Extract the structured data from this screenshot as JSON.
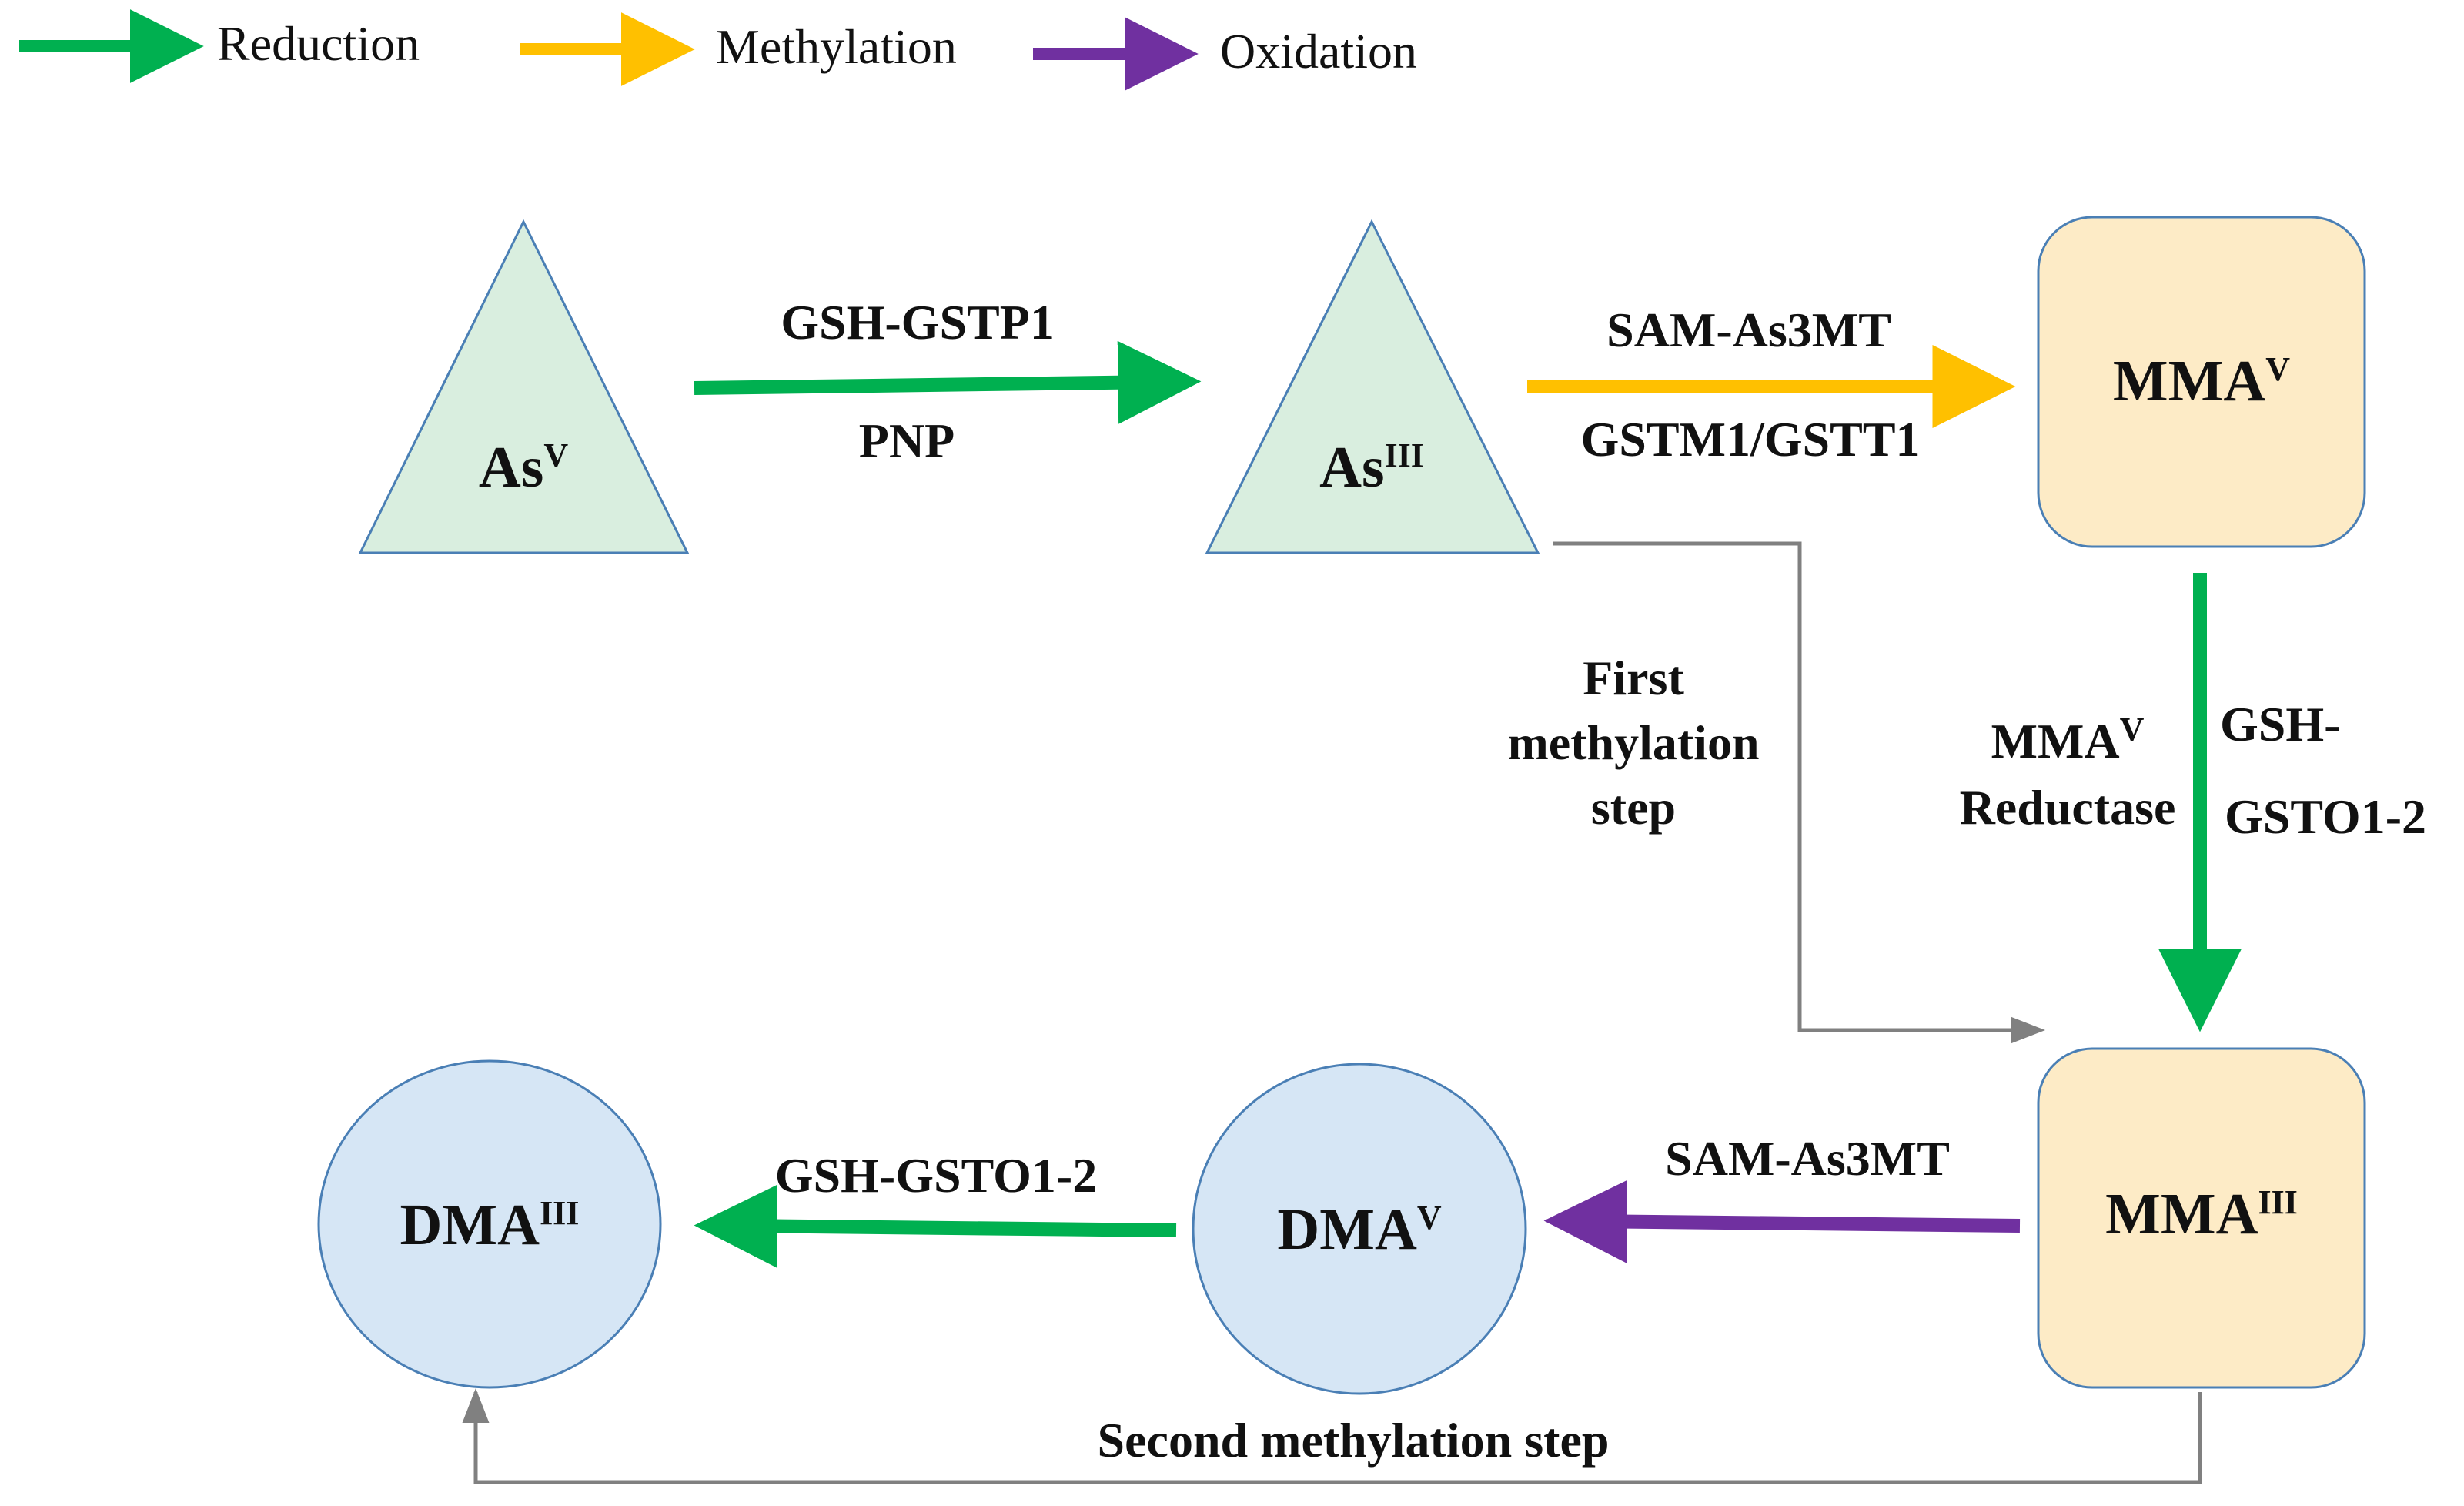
{
  "colors": {
    "reduction": "#00b050",
    "methylation": "#ffc000",
    "oxidation": "#7030a0",
    "triangle_fill": "#d9eedf",
    "triangle_stroke": "#4a7fb5",
    "box_fill": "#fdebc6",
    "box_stroke": "#4a7fb5",
    "circle_fill": "#d6e6f5",
    "circle_stroke": "#4a7fb5",
    "connector": "#808080"
  },
  "legend": [
    {
      "label": "Reduction",
      "color": "reduction"
    },
    {
      "label": "Methylation",
      "color": "methylation"
    },
    {
      "label": "Oxidation",
      "color": "oxidation"
    }
  ],
  "nodes": {
    "as5": {
      "base": "As",
      "sup": "V"
    },
    "as3": {
      "base": "As",
      "sup": "III"
    },
    "mma5": {
      "base": "MMA",
      "sup": "V"
    },
    "mma3": {
      "base": "MMA",
      "sup": "III"
    },
    "dma5": {
      "base": "DMA",
      "sup": "V"
    },
    "dma3": {
      "base": "DMA",
      "sup": "III"
    }
  },
  "edges": {
    "as5_as3": {
      "top": "GSH-GSTP1",
      "bottom": "PNP"
    },
    "as3_mma5": {
      "top": "SAM-As3MT",
      "bottom": "GSTM1/GSTT1"
    },
    "mma5_mma3": {
      "left_line1": "MMA",
      "left_line1_sup": "V",
      "left_line2": "Reductase",
      "right_line1": "GSH-",
      "right_line2": "GSTO1-2"
    },
    "mma3_dma5": {
      "top": "SAM-As3MT"
    },
    "dma5_dma3": {
      "top": "GSH-GSTO1-2"
    },
    "first_methylation": {
      "line1": "First",
      "line2": "methylation",
      "line3": "step"
    },
    "second_methylation": {
      "label": "Second methylation step"
    }
  }
}
